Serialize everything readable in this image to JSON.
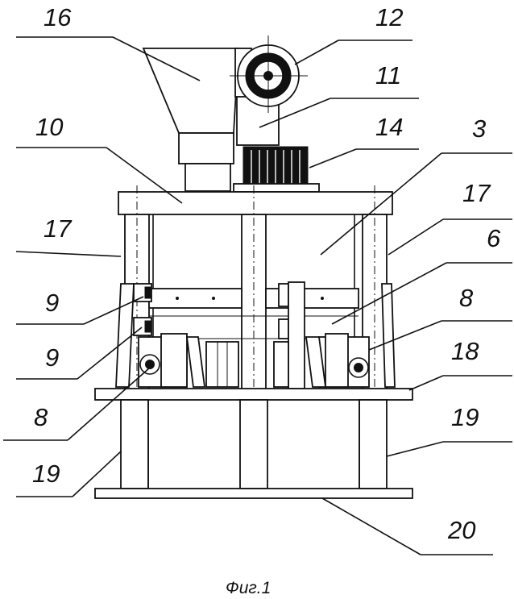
{
  "figure": {
    "caption": "Фиг.1",
    "labels": {
      "l16": "16",
      "l12": "12",
      "l11": "11",
      "l10": "10",
      "l14": "14",
      "l3": "3",
      "l17a": "17",
      "l17b": "17",
      "l6": "6",
      "l9a": "9",
      "l9b": "9",
      "l8a": "8",
      "l8b": "8",
      "l18": "18",
      "l19a": "19",
      "l19b": "19",
      "l20": "20"
    }
  }
}
